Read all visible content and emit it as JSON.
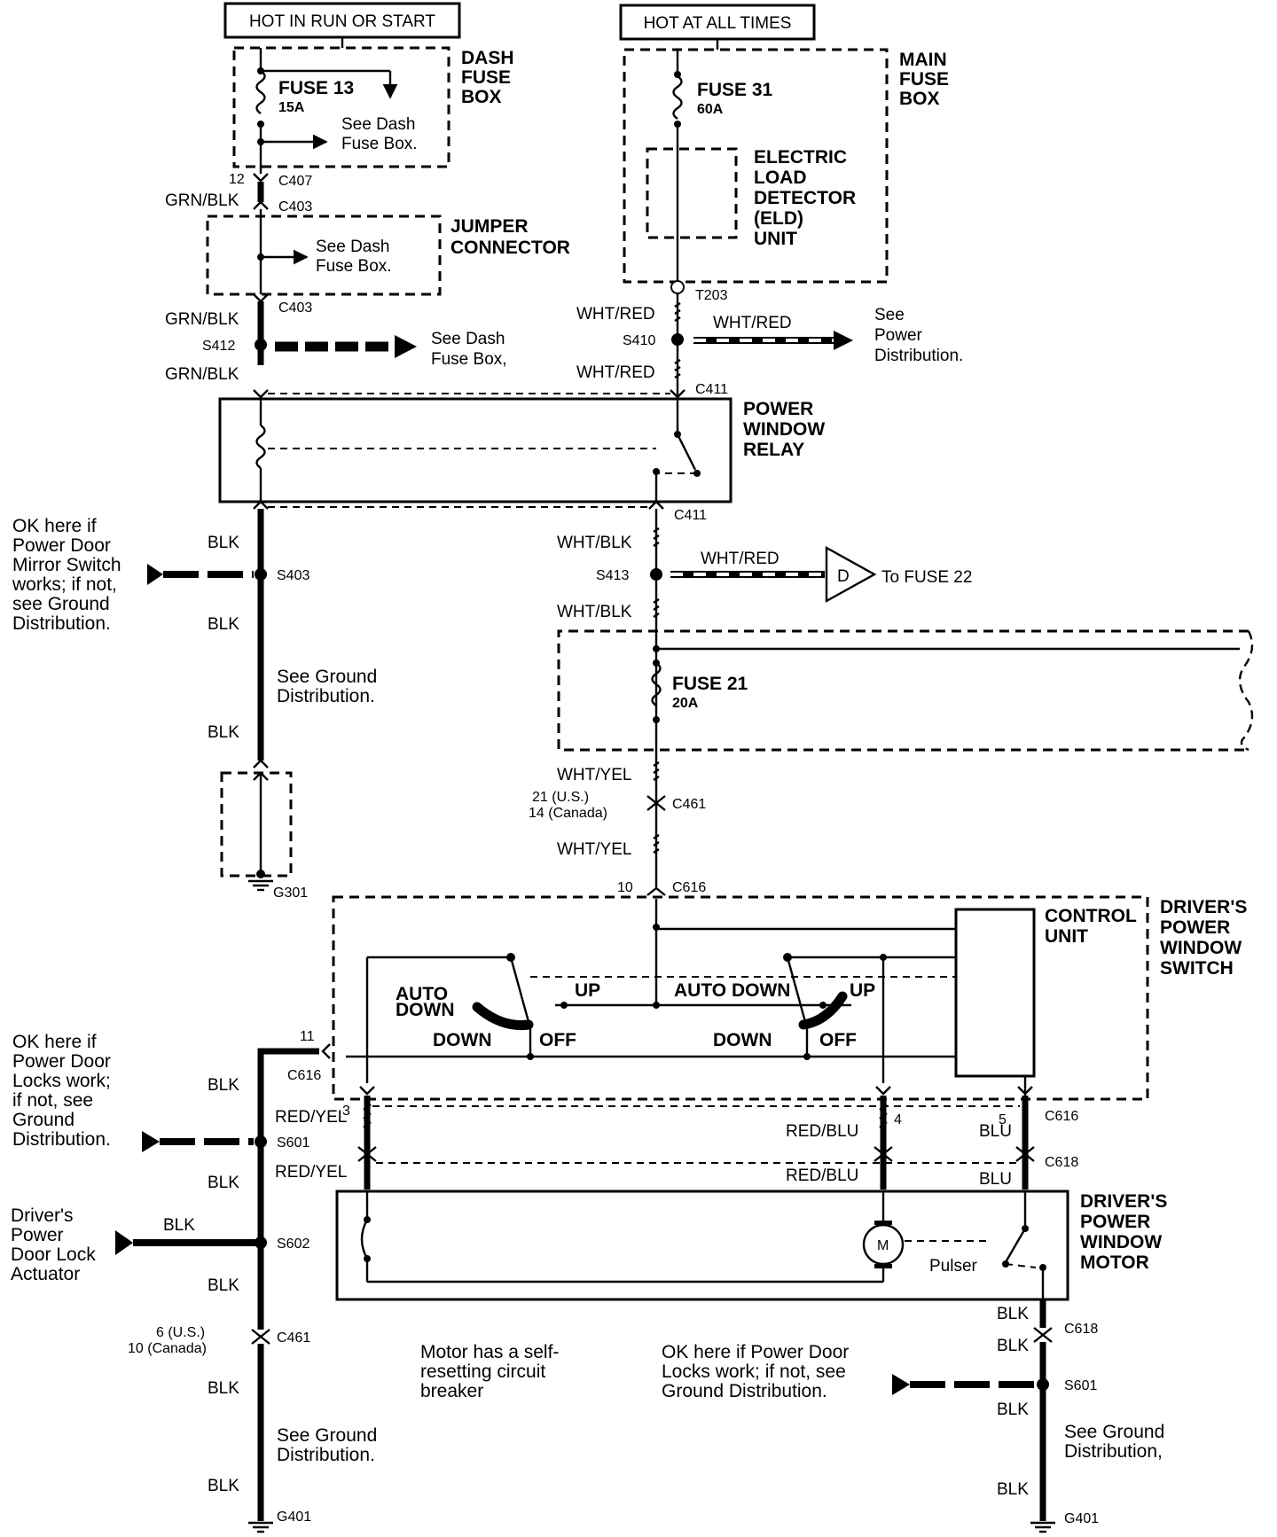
{
  "headers": {
    "hot_run_start": "HOT IN RUN OR START",
    "hot_all_times": "HOT AT ALL TIMES"
  },
  "boxes": {
    "dash_fuse_box": [
      "DASH",
      "FUSE",
      "BOX"
    ],
    "main_fuse_box": [
      "MAIN",
      "FUSE",
      "BOX"
    ],
    "jumper_connector": [
      "JUMPER",
      "CONNECTOR"
    ],
    "eld_unit": [
      "ELECTRIC",
      "LOAD",
      "DETECTOR",
      "(ELD)",
      "UNIT"
    ],
    "power_window_relay": [
      "POWER",
      "WINDOW",
      "RELAY"
    ],
    "drivers_switch": [
      "DRIVER'S",
      "POWER",
      "WINDOW",
      "SWITCH"
    ],
    "control_unit": [
      "CONTROL",
      "UNIT"
    ],
    "drivers_motor": [
      "DRIVER'S",
      "POWER",
      "WINDOW",
      "MOTOR"
    ]
  },
  "fuses": {
    "fuse13": {
      "name": "FUSE 13",
      "rating": "15A"
    },
    "fuse31": {
      "name": "FUSE 31",
      "rating": "60A"
    },
    "fuse21": {
      "name": "FUSE 21",
      "rating": "20A"
    }
  },
  "connectors": {
    "c407": "C407",
    "c403": "C403",
    "c403b": "C403",
    "t203": "T203",
    "c411": "C411",
    "c411b": "C411",
    "c461": "C461",
    "c461b": "C461",
    "c616": "C616",
    "c616b": "C616",
    "c616c": "C616",
    "c618": "C618",
    "c618b": "C618",
    "g301": "G301",
    "g401": "G401",
    "g401b": "G401"
  },
  "splices": {
    "s412": "S412",
    "s410": "S410",
    "s403": "S403",
    "s413": "S413",
    "s601": "S601",
    "s602": "S602",
    "s601b": "S601"
  },
  "wires": {
    "grn_blk": "GRN/BLK",
    "wht_red": "WHT/RED",
    "wht_blk": "WHT/BLK",
    "wht_yel": "WHT/YEL",
    "blk": "BLK",
    "red_yel": "RED/YEL",
    "red_blu": "RED/BLU",
    "blu": "BLU"
  },
  "pins": {
    "p12": "12",
    "p11": "11",
    "p10": "10",
    "p3": "3",
    "p4": "4",
    "p5": "5",
    "c461_us": "21 (U.S.)",
    "c461_can": "14 (Canada)",
    "c461b_us": "6 (U.S.)",
    "c461b_can": "10 (Canada)"
  },
  "switch_labels": {
    "auto_down": [
      "AUTO",
      "DOWN"
    ],
    "auto_down2": "AUTO DOWN",
    "up": "UP",
    "down": "DOWN",
    "off": "OFF"
  },
  "motor": {
    "m": "M",
    "pulser": "Pulser"
  },
  "connector_d": {
    "letter": "D",
    "text": "To FUSE 22"
  },
  "notes": {
    "see_dash_fuse_1": [
      "See Dash",
      "Fuse Box."
    ],
    "see_dash_fuse_2": [
      "See Dash",
      "Fuse Box."
    ],
    "see_dash_fuse_3": [
      "See Dash",
      "Fuse Box,"
    ],
    "see_power_dist": [
      "See",
      "Power",
      "Distribution."
    ],
    "mirror_ok": [
      "OK here if",
      "Power Door",
      "Mirror Switch",
      "works; if not,",
      "see Ground",
      "Distribution."
    ],
    "ground_dist_1": [
      "See Ground",
      "Distribution."
    ],
    "locks_ok": [
      "OK here if",
      "Power Door",
      "Locks work;",
      "if not, see",
      "Ground",
      "Distribution."
    ],
    "door_lock_actuator": [
      "Driver's",
      "Power",
      "Door Lock",
      "Actuator"
    ],
    "breaker": [
      "Motor has a self-",
      "resetting circuit",
      "breaker"
    ],
    "locks_ok_2": [
      "OK here if Power Door",
      "Locks work; if not, see",
      "Ground Distribution."
    ],
    "ground_dist_2": [
      "See Ground",
      "Distribution."
    ],
    "ground_dist_3": [
      "See Ground",
      "Distribution,"
    ]
  }
}
